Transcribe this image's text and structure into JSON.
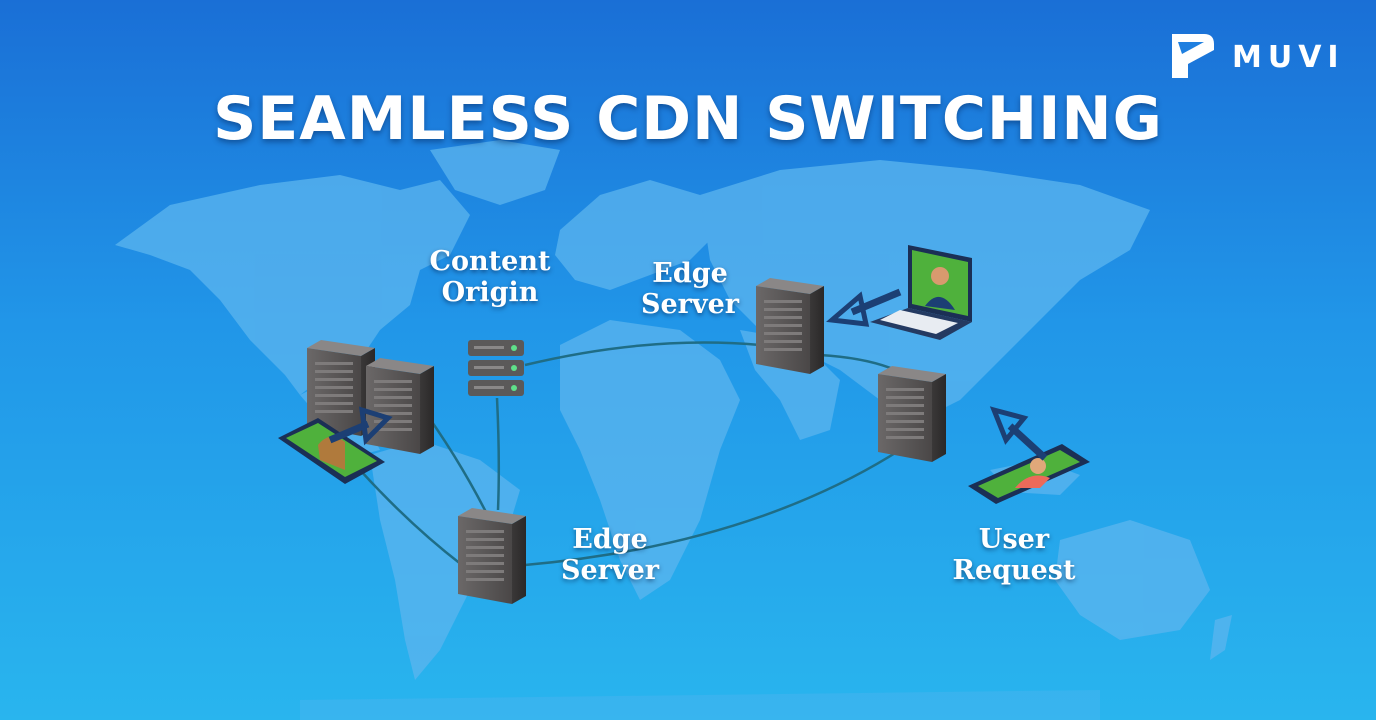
{
  "title": "SEAMLESS CDN SWITCHING",
  "logo": {
    "text": "MUVI",
    "icon": "muvi-logo-icon"
  },
  "labels": {
    "content_origin": [
      "Content",
      "Origin"
    ],
    "edge_server_top": [
      "Edge",
      "Server"
    ],
    "edge_server_bottom": [
      "Edge",
      "Server"
    ],
    "user_request": [
      "User",
      "Request"
    ]
  },
  "colors": {
    "background_top": "#1a6fd6",
    "background_bottom": "#29b5ee",
    "map_land": "#5cb5ef",
    "connector": "#1f6d86",
    "arrow": "#1c3f74",
    "server_body": "#4a4747"
  }
}
